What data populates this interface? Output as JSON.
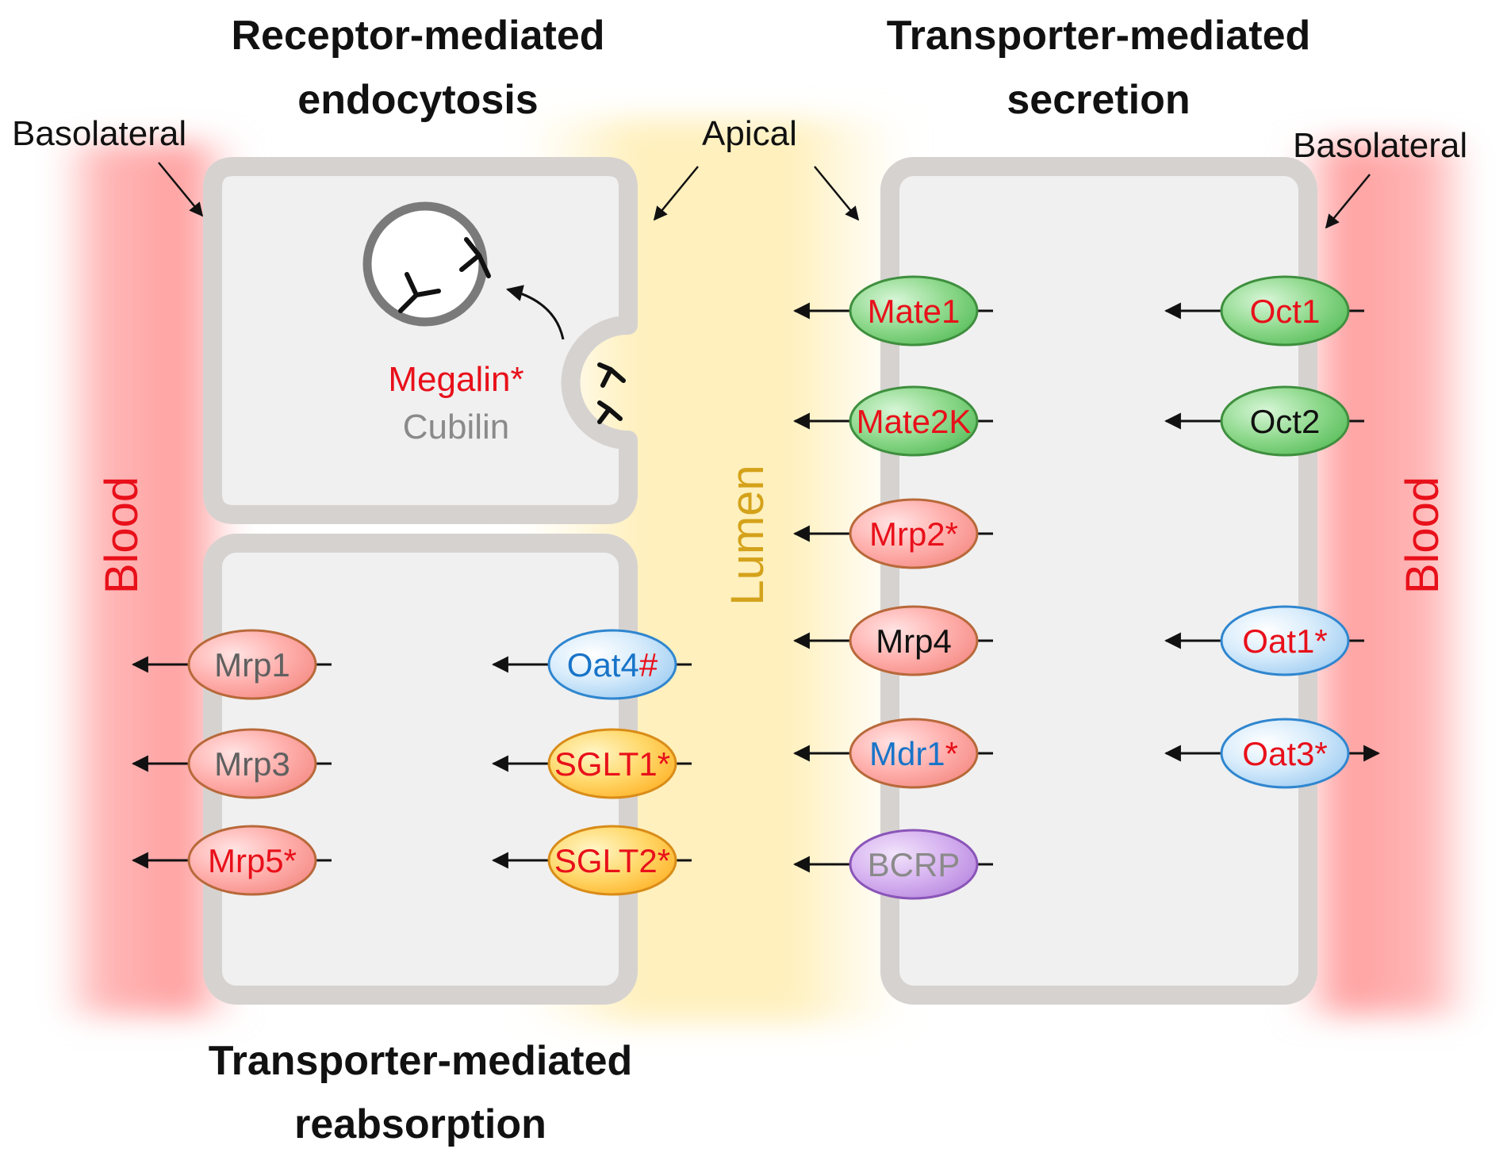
{
  "titles": {
    "endocytosis_line1": "Receptor-mediated",
    "endocytosis_line2": "endocytosis",
    "secretion_line1": "Transporter-mediated",
    "secretion_line2": "secretion",
    "reabsorption_line1": "Transporter-mediated",
    "reabsorption_line2": "reabsorption"
  },
  "labels": {
    "basolateral_left": "Basolateral",
    "basolateral_right": "Basolateral",
    "apical": "Apical",
    "lumen": "Lumen",
    "blood_left": "Blood",
    "blood_right": "Blood",
    "megalin": "Megalin*",
    "cubilin": "Cubilin"
  },
  "colors": {
    "red": "#e8101a",
    "blue": "#1874c8",
    "gray": "#606060",
    "light_gray": "#8a8a8a",
    "black": "#111111",
    "membrane": "#d6d2d0",
    "cell_fill": "#f0f0f0",
    "blood": "#ff9090",
    "lumen": "#fff0b8",
    "lumen_text": "#d4a21a"
  },
  "transporters": {
    "reabsorption_basolateral": [
      {
        "id": "mrp1",
        "parts": [
          {
            "text": "Mrp1",
            "color": "#606060"
          }
        ],
        "family": "red",
        "direction": "left"
      },
      {
        "id": "mrp3",
        "parts": [
          {
            "text": "Mrp3",
            "color": "#606060"
          }
        ],
        "family": "red",
        "direction": "left"
      },
      {
        "id": "mrp5",
        "parts": [
          {
            "text": "Mrp5*",
            "color": "#e8101a"
          }
        ],
        "family": "red",
        "direction": "left"
      }
    ],
    "reabsorption_apical": [
      {
        "id": "oat4",
        "parts": [
          {
            "text": "Oat4",
            "color": "#1874c8"
          },
          {
            "text": "#",
            "color": "#e8101a"
          }
        ],
        "family": "blue",
        "direction": "left"
      },
      {
        "id": "sglt1",
        "parts": [
          {
            "text": "SGLT1*",
            "color": "#e8101a"
          }
        ],
        "family": "orange",
        "direction": "left"
      },
      {
        "id": "sglt2",
        "parts": [
          {
            "text": "SGLT2*",
            "color": "#e8101a"
          }
        ],
        "family": "orange",
        "direction": "left"
      }
    ],
    "secretion_apical": [
      {
        "id": "mate1",
        "parts": [
          {
            "text": "Mate1",
            "color": "#e8101a"
          }
        ],
        "family": "green",
        "direction": "left"
      },
      {
        "id": "mate2k",
        "parts": [
          {
            "text": "Mate2K",
            "color": "#e8101a"
          }
        ],
        "family": "green",
        "direction": "left"
      },
      {
        "id": "mrp2",
        "parts": [
          {
            "text": "Mrp2*",
            "color": "#e8101a"
          }
        ],
        "family": "red",
        "direction": "left"
      },
      {
        "id": "mrp4",
        "parts": [
          {
            "text": "Mrp4",
            "color": "#111111"
          }
        ],
        "family": "red",
        "direction": "left"
      },
      {
        "id": "mdr1",
        "parts": [
          {
            "text": "Mdr1",
            "color": "#1874c8"
          },
          {
            "text": "*",
            "color": "#e8101a"
          }
        ],
        "family": "red",
        "direction": "left"
      },
      {
        "id": "bcrp",
        "parts": [
          {
            "text": "BCRP",
            "color": "#8a8a8a"
          }
        ],
        "family": "purple",
        "direction": "left"
      }
    ],
    "secretion_basolateral": [
      {
        "id": "oct1",
        "parts": [
          {
            "text": "Oct1",
            "color": "#e8101a"
          }
        ],
        "family": "green",
        "direction": "left"
      },
      {
        "id": "oct2",
        "parts": [
          {
            "text": "Oct2",
            "color": "#111111"
          }
        ],
        "family": "green",
        "direction": "left"
      },
      {
        "id": "oat1",
        "parts": [
          {
            "text": "Oat1*",
            "color": "#e8101a"
          }
        ],
        "family": "blue",
        "direction": "left"
      },
      {
        "id": "oat3",
        "parts": [
          {
            "text": "Oat3*",
            "color": "#e8101a"
          }
        ],
        "family": "blue",
        "direction": "both"
      }
    ]
  }
}
